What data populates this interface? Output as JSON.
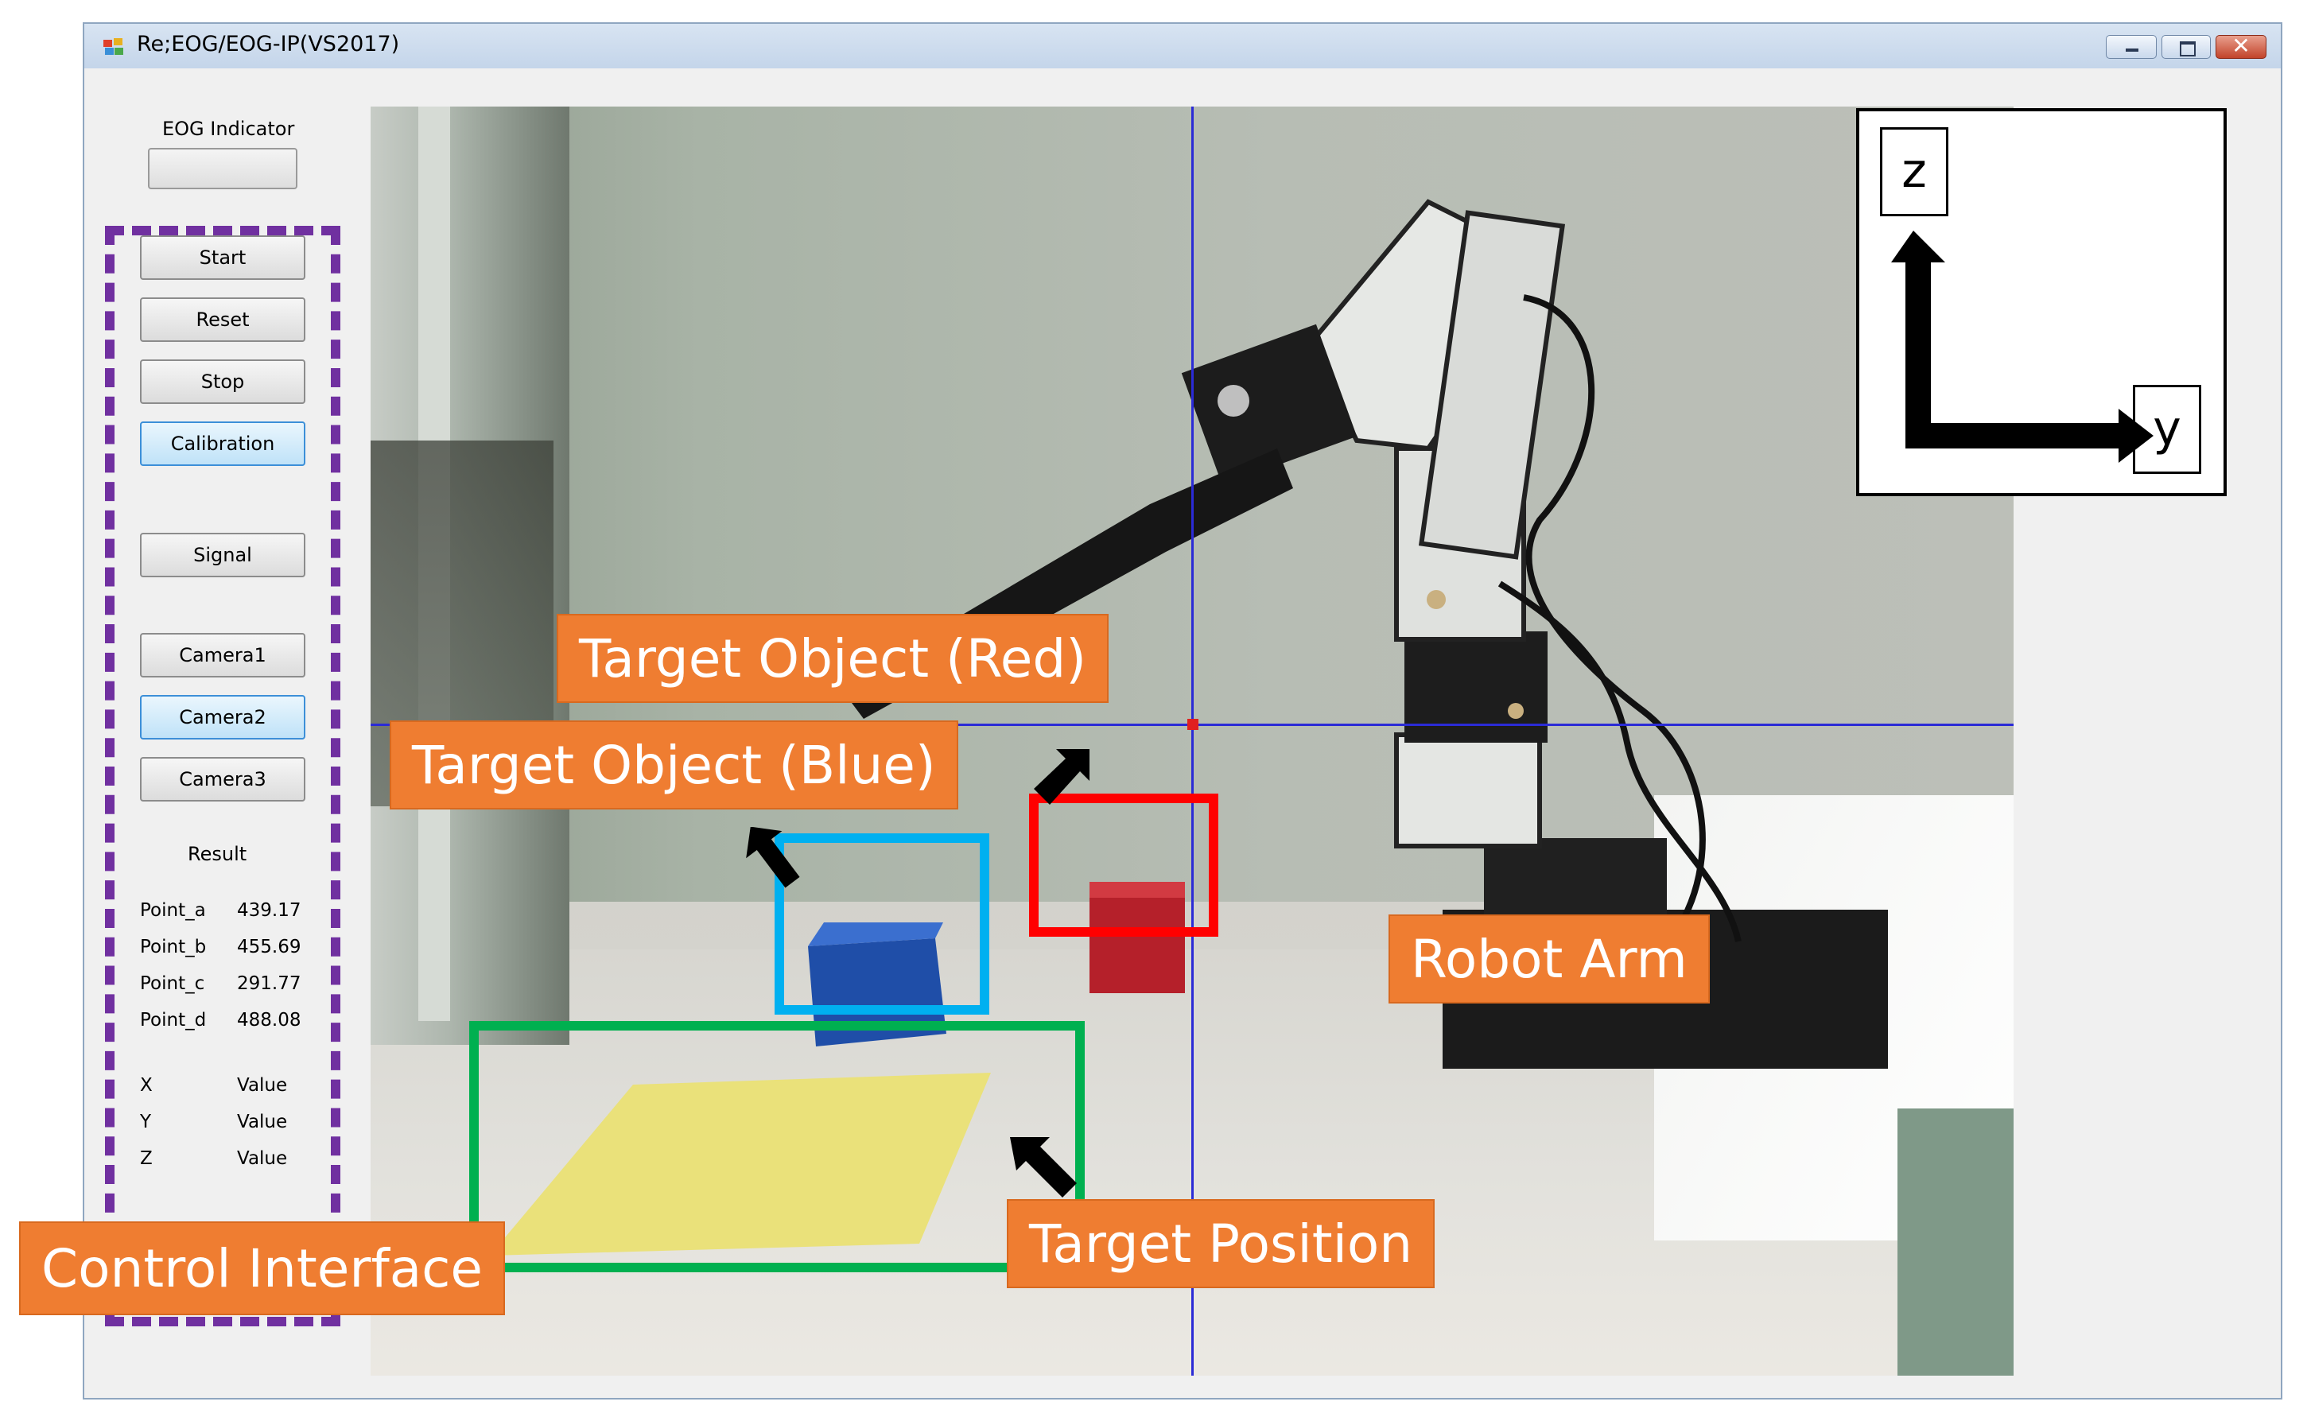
{
  "window": {
    "title": "Re;EOG/EOG-IP(VS2017)",
    "close_glyph": "✕"
  },
  "panel": {
    "eog_indicator_label": "EOG Indicator",
    "buttons": {
      "start": "Start",
      "reset": "Reset",
      "stop": "Stop",
      "calibration": "Calibration",
      "signal": "Signal",
      "camera1": "Camera1",
      "camera2": "Camera2",
      "camera3": "Camera3"
    },
    "result_label": "Result",
    "points": [
      {
        "name": "Point_a",
        "value": "439.17"
      },
      {
        "name": "Point_b",
        "value": "455.69"
      },
      {
        "name": "Point_c",
        "value": "291.77"
      },
      {
        "name": "Point_d",
        "value": "488.08"
      }
    ],
    "coords": [
      {
        "name": "X",
        "value": "Value"
      },
      {
        "name": "Y",
        "value": "Value"
      },
      {
        "name": "Z",
        "value": "Value"
      }
    ]
  },
  "annotations": {
    "target_red": "Target Object (Red)",
    "target_blue": "Target Object (Blue)",
    "robot_arm": "Robot Arm",
    "target_position": "Target Position",
    "control_interface": "Control Interface"
  },
  "axis": {
    "z_label": "z",
    "y_label": "y"
  },
  "colors": {
    "annotation_orange": "#ef7d31",
    "panel_dash_purple": "#7030a0",
    "blue_box": "#00b0f0",
    "red_box": "#ff0000",
    "green_box": "#00b050",
    "crosshair_blue": "#2b2bd6",
    "crosshair_center_red": "#e02020"
  }
}
